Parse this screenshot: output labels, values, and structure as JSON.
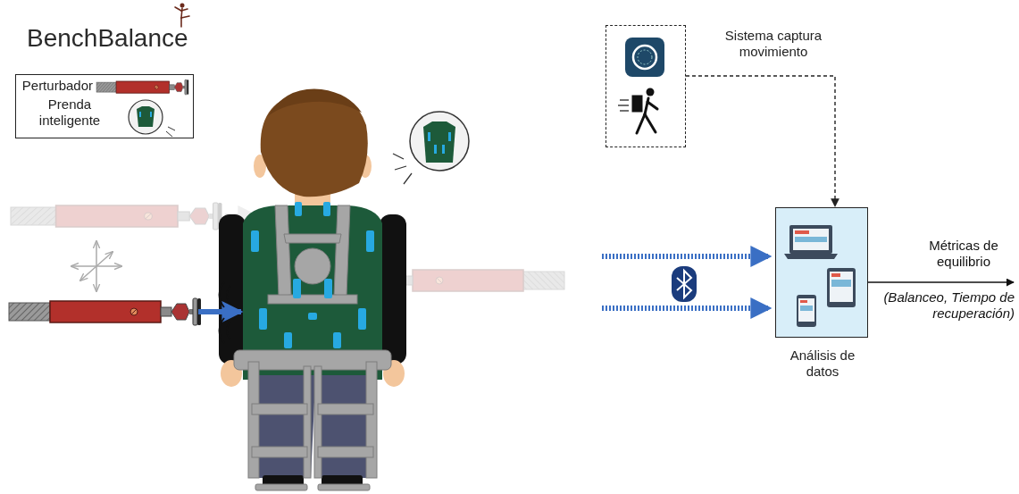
{
  "diagram": {
    "nodes": [
      {
        "text": [
          "Sistema captura movimiento"
        ]
      },
      {
        "text": [
          "Análisis de datos"
        ]
      }
    ],
    "edges": [
      {
        "from": 0,
        "to": 1,
        "arrow": "to"
      }
    ],
    "labels": [
      "BenchBalance",
      "Métricas de equilibrio",
      "(Balanceo, Tiempo de recuperación)"
    ],
    "legend": [
      {
        "text": "Perturbador"
      },
      {
        "text": "Prenda inteligente"
      }
    ]
  }
}
